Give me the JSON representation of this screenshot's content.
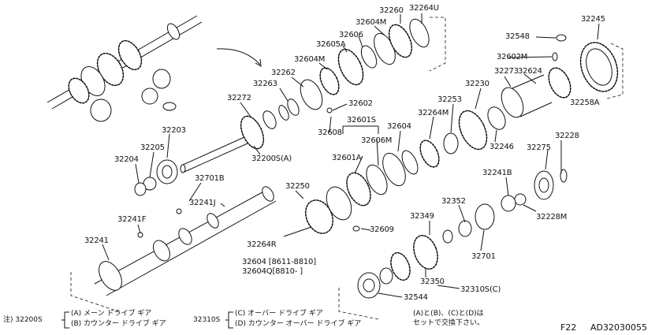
{
  "labels": {
    "p32260": "32260",
    "p32264U": "32264U",
    "p32604M_a": "32604M",
    "p32606": "32606",
    "p32605A": "32605A",
    "p32604M_b": "32604M",
    "p32262": "32262",
    "p32263": "32263",
    "p32272": "32272",
    "p32602": "32602",
    "p32608": "32608",
    "p32601S": "32601S",
    "p32604": "32604",
    "p32606M": "32606M",
    "p32601A": "32601A",
    "p32200S_A": "32200S(A)",
    "p32203": "32203",
    "p32205": "32205",
    "p32204": "32204",
    "p32701B": "32701B",
    "p32241J": "32241J",
    "p32241F": "32241F",
    "p32241": "32241",
    "p32250": "32250",
    "p32264R": "32264R",
    "p32609": "32609",
    "p32245": "32245",
    "p32548": "32548",
    "p32602M": "32602M",
    "p32273": "32273",
    "p32624": "32624",
    "p32258A": "32258A",
    "p32230": "32230",
    "p32253": "32253",
    "p32264M": "32264M",
    "p32246": "32246",
    "p32228": "32228",
    "p32275": "32275",
    "p32241B": "32241B",
    "p32228M": "32228M",
    "p32352": "32352",
    "p32349": "32349",
    "p32701": "32701",
    "p32350": "32350",
    "p32310S_C": "32310S(C)",
    "p32544": "32544",
    "p32604_range": "32604  [8611-8810]",
    "p32604Q_range": "32604Q[8810-    ]"
  },
  "notes": {
    "note_prefix": "注) 32200S",
    "note_a": "(A) メーン ドライブ ギア",
    "note_b": "(B) カウンター ドライブ ギア",
    "note2_prefix": "32310S",
    "note_c": "(C) オーバー ドライブ ギア",
    "note_d": "(D) カウンター オーバー ドライブ ギア",
    "note_set_1": "(A)と(B)、(C)と(D)は",
    "note_set_2": "セットで交換下さい。"
  },
  "footer": {
    "page": "F22",
    "drawing_id": "AD32030055"
  }
}
